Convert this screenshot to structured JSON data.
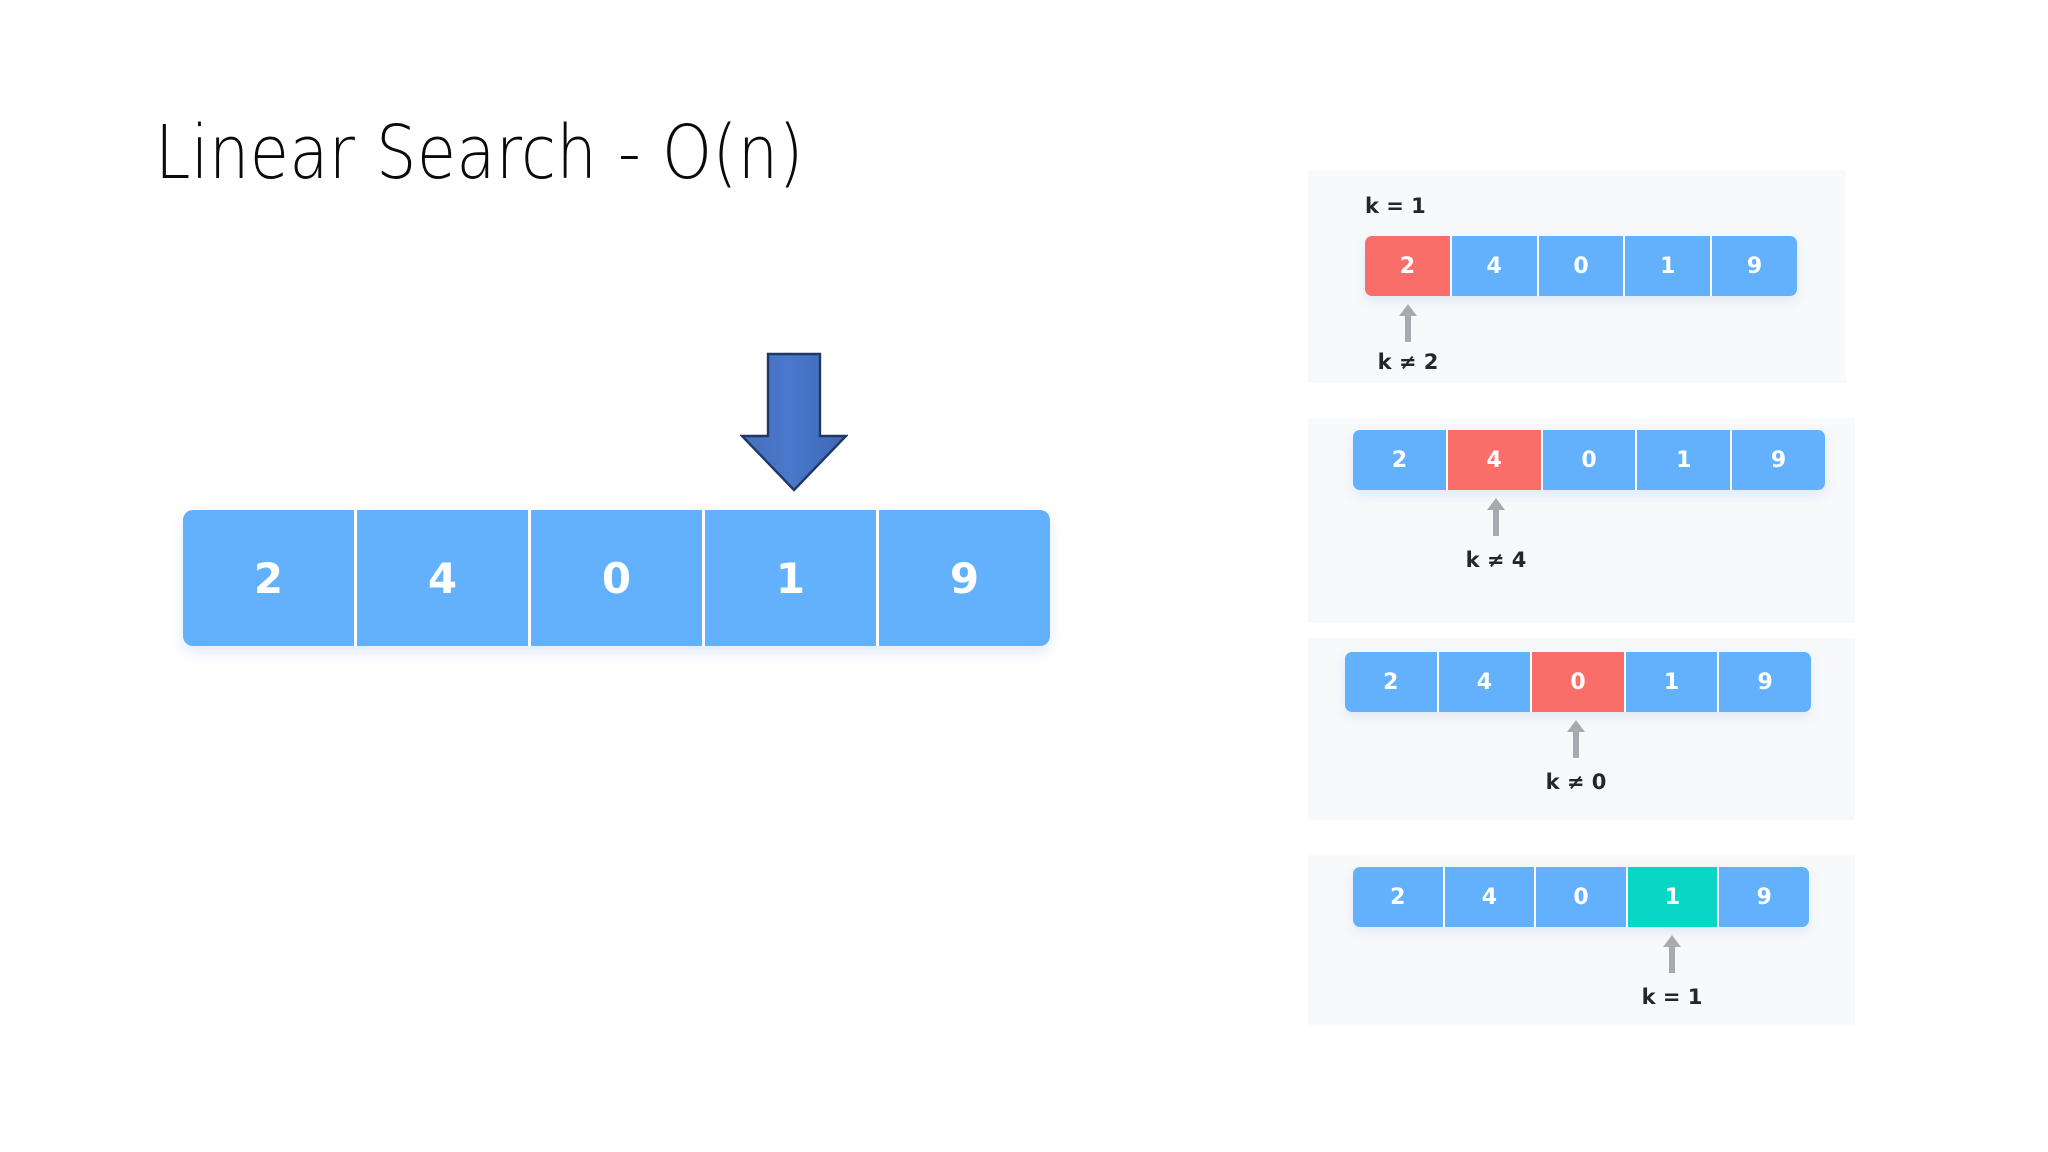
{
  "slide": {
    "title": "Linear Search - O(n)",
    "background_color": "#ffffff"
  },
  "colors": {
    "cell_default": "#63b0fd",
    "cell_compare": "#fa6e6a",
    "cell_found": "#09d6c4",
    "panel_background": "#f7f9fb",
    "pointer_arrow": "#a8aab0",
    "big_arrow_fill": "#4472c4",
    "text_dark": "#25262b"
  },
  "main_array": {
    "values": [
      "2",
      "4",
      "0",
      "1",
      "9"
    ],
    "pointer_index": 3,
    "pointer_icon": "down-arrow-icon"
  },
  "steps": [
    {
      "id": "step-1",
      "header_label": "k = 1",
      "values": [
        "2",
        "4",
        "0",
        "1",
        "9"
      ],
      "highlight_index": 0,
      "highlight_state": "compare",
      "pointer_icon": "up-arrow-icon",
      "result_label": "k ≠ 2"
    },
    {
      "id": "step-2",
      "header_label": "",
      "values": [
        "2",
        "4",
        "0",
        "1",
        "9"
      ],
      "highlight_index": 1,
      "highlight_state": "compare",
      "pointer_icon": "up-arrow-icon",
      "result_label": "k ≠ 4"
    },
    {
      "id": "step-3",
      "header_label": "",
      "values": [
        "2",
        "4",
        "0",
        "1",
        "9"
      ],
      "highlight_index": 2,
      "highlight_state": "compare",
      "pointer_icon": "up-arrow-icon",
      "result_label": "k ≠ 0"
    },
    {
      "id": "step-4",
      "header_label": "",
      "values": [
        "2",
        "4",
        "0",
        "1",
        "9"
      ],
      "highlight_index": 3,
      "highlight_state": "found",
      "pointer_icon": "up-arrow-icon",
      "result_label": "k = 1"
    }
  ]
}
